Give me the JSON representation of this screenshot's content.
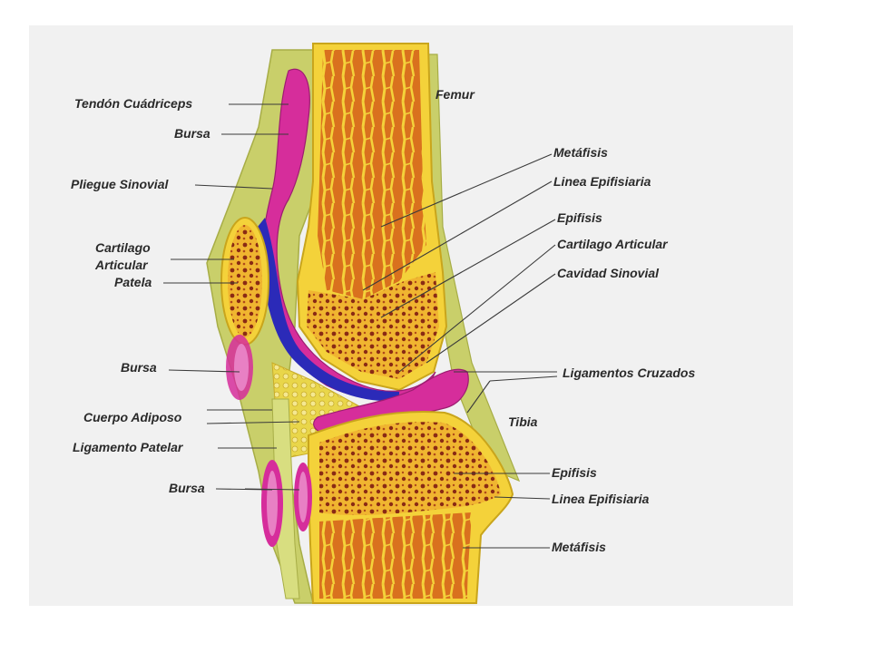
{
  "diagram": {
    "colors": {
      "background": "#ffffff",
      "panel": "#f1f1f1",
      "bone_cortex": "#f4d23a",
      "bone_marrow": "#d9711e",
      "bone_spot": "#8a2a14",
      "synovial": "#d62d9b",
      "cartilage_blue": "#2b2ab8",
      "fat_yellow": "#e9d64a",
      "soft_tissue": "#c9cf6a",
      "label_text": "#2a2a2a"
    },
    "labels": {
      "tendon_cuadriceps": "Tendón Cuádriceps",
      "bursa_upper": "Bursa",
      "pliegue_sinovial": "Pliegue Sinovial",
      "cartilago": "Cartilago",
      "articular": "Articular",
      "patela": "Patela",
      "bursa_middle": "Bursa",
      "cuerpo_adiposo": "Cuerpo Adiposo",
      "ligamento_patelar": "Ligamento Patelar",
      "bursa_lower": "Bursa",
      "femur": "Femur",
      "metafisis_femur": "Metáfisis",
      "linea_epifisiaria_femur": "Linea Epifisiaria",
      "epifisis_femur": "Epifisis",
      "cartilago_articular": "Cartilago Articular",
      "cavidad_sinovial": "Cavidad Sinovial",
      "ligamentos_cruzados": "Ligamentos Cruzados",
      "tibia": "Tibia",
      "epifisis_tibia": "Epifisis",
      "linea_epifisiaria_tibia": "Linea Epifisiaria",
      "metafisis_tibia": "Metáfisis"
    }
  }
}
